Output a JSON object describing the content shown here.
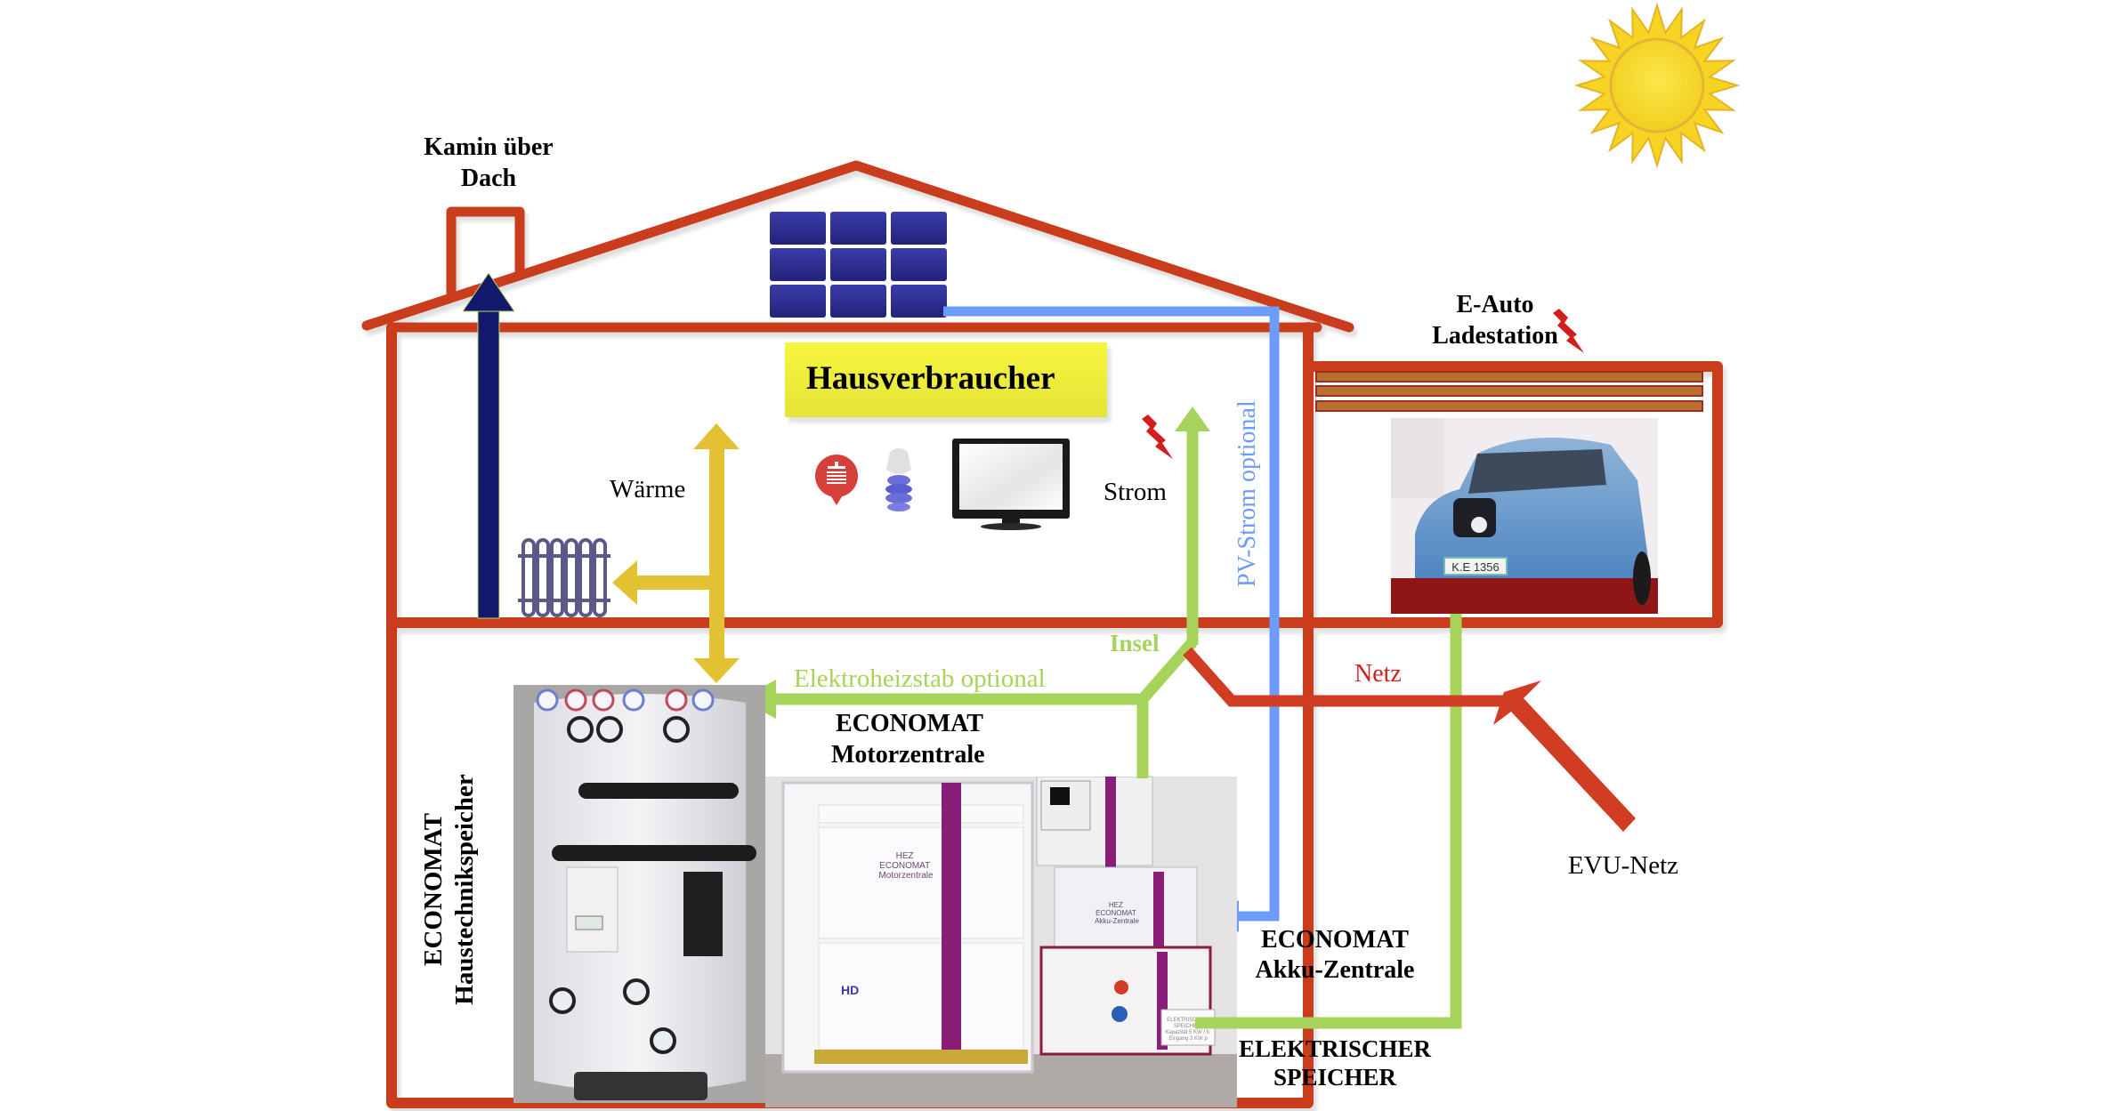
{
  "diagram": {
    "title": "ECONOMAT Haus-Energiesystem",
    "colors": {
      "house_outline": "#c93c1f",
      "heat": "#e2c233",
      "electricity": "#a6d35a",
      "pv_line": "#6c9cf7",
      "grid": "#d03d22",
      "exhaust": "#141a6b",
      "solar_panel": "#2c2d8e",
      "label_box": "#f4f03c",
      "garage_slat": "#b8702e",
      "sun": "#f7d92a"
    },
    "labels": {
      "chimney": [
        "Kamin über",
        "Dach"
      ],
      "house_consumers": "Hausverbraucher",
      "heat": "Wärme",
      "power": "Strom",
      "pv_power": "PV-Strom optional",
      "ev_station": [
        "E-Auto",
        "Ladestation"
      ],
      "island": "Insel",
      "heating_rod": "Elektroheizstab optional",
      "grid": "Netz",
      "utility_grid": "EVU-Netz",
      "motor_unit": [
        "ECONOMAT",
        "Motorzentrale"
      ],
      "storage_unit": [
        "ECONOMAT",
        "Haustechnikspeicher"
      ],
      "battery_unit": [
        "ECONOMAT",
        "Akku-Zentrale"
      ],
      "electric_storage": [
        "ELEKTRISCHER",
        "SPEICHER"
      ]
    },
    "photo_texts": {
      "motor_panel": [
        "HEZ",
        "ECONOMAT",
        "Motorzentrale"
      ],
      "battery_panel": [
        "HEZ",
        "ECONOMAT",
        "Akku-Zentrale"
      ],
      "storage_sign": [
        "ELEKTRISCHER",
        "SPEICHER",
        "Kapazität 5 KW / h",
        "Eingang 3 KW p"
      ],
      "license_plate": "K.E 1356",
      "brand": "HD"
    },
    "icons": [
      "sun-icon",
      "solar-panel-icon",
      "shower-icon",
      "light-bulb-icon",
      "tv-icon",
      "radiator-icon",
      "lightning-icon",
      "car-icon"
    ]
  }
}
